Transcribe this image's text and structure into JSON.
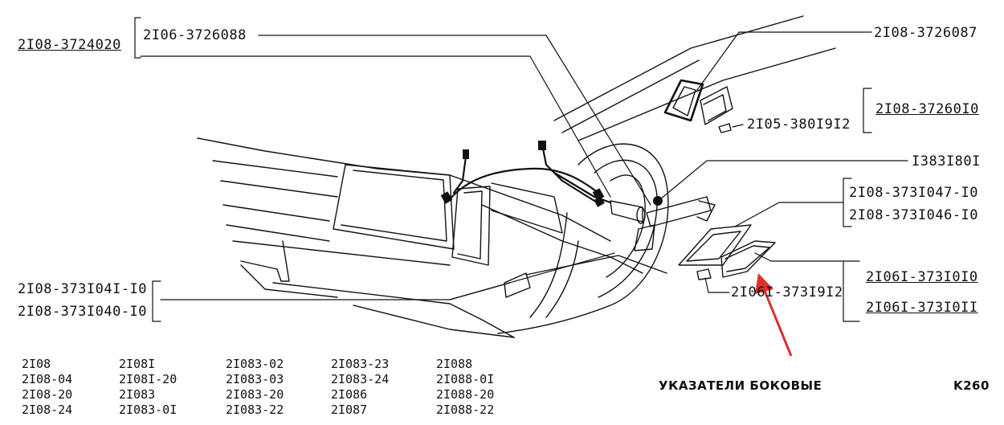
{
  "labels": {
    "main_assembly": "2I08-3724020",
    "harness": "2I06-3726088",
    "lens_top": "2I08-3726087",
    "lamp_top": "2I08-37260I0",
    "bulb_top": "2I05-380I9I2",
    "clip": "I383I80I",
    "housing_a": "2I08-373I047-I0",
    "housing_b": "2I08-373I046-I0",
    "lamp_a": "2I06I-373I0I0",
    "lamp_b": "2I06I-373I0II",
    "bulb_side": "2I06I-373I9I2",
    "left_a": "2I08-373I04I-I0",
    "left_b": "2I08-373I040-I0"
  },
  "models": [
    [
      "2I08",
      "2I08-04",
      "2I08-20",
      "2I08-24"
    ],
    [
      "2I08I",
      "2I08I-20",
      "2I083",
      "2I083-0I"
    ],
    [
      "2I083-02",
      "2I083-03",
      "2I083-20",
      "2I083-22"
    ],
    [
      "2I083-23",
      "2I083-24",
      "2I086",
      "2I087"
    ],
    [
      "2I088",
      "2I088-0I",
      "2I088-20",
      "2I088-22"
    ]
  ],
  "title": "УКАЗАТЕЛИ БОКОВЫЕ",
  "page_code": "K260",
  "colors": {
    "ink": "#111111",
    "arrow": "#d9322b"
  }
}
